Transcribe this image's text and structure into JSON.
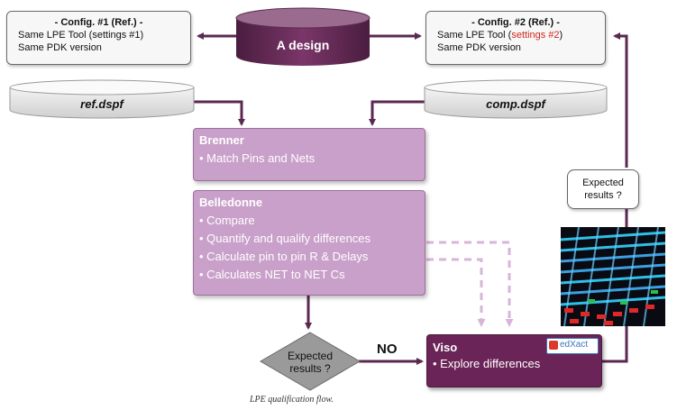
{
  "center_node": {
    "label": "A design"
  },
  "config1": {
    "title": "- Config. #1 (Ref.) -",
    "line1": "Same LPE Tool (settings #1)",
    "line2": "Same PDK version"
  },
  "config2": {
    "title": "- Config. #2 (Ref.) -",
    "line1_prefix": "Same LPE Tool (",
    "line1_highlight": "settings #2",
    "line1_suffix": ")",
    "line2": "Same PDK version"
  },
  "ref_file": {
    "label": "ref.dspf"
  },
  "comp_file": {
    "label": "comp.dspf"
  },
  "brenner": {
    "title": "Brenner",
    "items": [
      "• Match Pins and Nets"
    ]
  },
  "belledonne": {
    "title": "Belledonne",
    "items": [
      "• Compare",
      "• Quantify and qualify differences",
      "• Calculate pin to pin R & Delays",
      "• Calculates NET to NET Cs"
    ]
  },
  "decision": {
    "line1": "Expected",
    "line2": "results ?"
  },
  "no_label": "NO",
  "viso": {
    "title": "Viso",
    "items": [
      "• Explore differences"
    ],
    "logo_text": "edXact"
  },
  "expected_box": {
    "line1": "Expected",
    "line2": "results ?"
  },
  "caption": "LPE qualification flow.",
  "colors": {
    "dark_purple": "#6b2457",
    "light_purple": "#c9a0c9",
    "dashed_arrow": "#d8b4d8",
    "red_text": "#d0281f",
    "decision_gray": "#9a9a9a"
  }
}
